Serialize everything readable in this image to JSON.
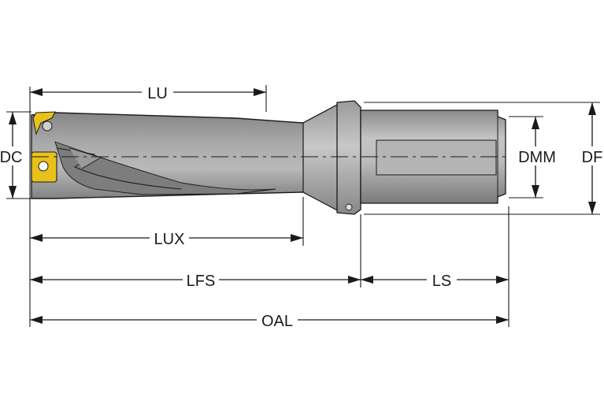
{
  "diagram": {
    "type": "tool-dimension-drawing",
    "colors": {
      "body_dark": "#6e6e6e",
      "body_mid": "#8c8c8c",
      "body_light": "#bdbdbd",
      "insert_yellow": "#e8c21a",
      "line": "#1a1a1a",
      "background": "#ffffff"
    },
    "dimensions": {
      "lu": "LU",
      "dc": "DC",
      "lux": "LUX",
      "lfs": "LFS",
      "ls": "LS",
      "oal": "OAL",
      "dmm": "DMM",
      "df": "DF"
    }
  }
}
